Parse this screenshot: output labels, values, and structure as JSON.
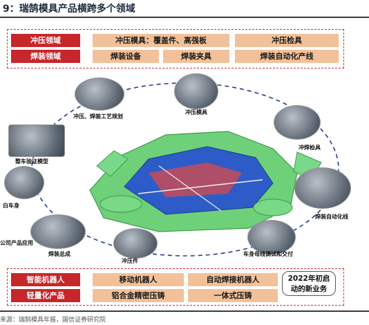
{
  "title": "9：瑞鹄模具产品横跨多个领域",
  "top_row1": [
    "冲压领域",
    "冲压模具：覆盖件、高强板",
    "冲压检具"
  ],
  "top_row2": [
    "焊装领域",
    "焊装设备",
    "焊装夹具",
    "焊装自动化产线"
  ],
  "bottom_row1": [
    "智能机器人",
    "移动机器人",
    "自动焊接机器人"
  ],
  "bottom_row2": [
    "轻量化产品",
    "铝合金精密压铸",
    "一体式压铸"
  ],
  "new_business": [
    "2022年初启",
    "动的新业务"
  ],
  "nodes": {
    "planning": "冲压、焊装工艺规划",
    "stamping_die": "冲压模具",
    "stamp_weld_gauge": "冲焊检具",
    "validation_model": "整车验证模型",
    "white_body": "白车身",
    "weld_automation": "焊装自动化线",
    "company_products": "公司产品应用",
    "weld_assembly": "焊装总成",
    "stamped_parts": "冲压件",
    "body_line": "车身母线调试和交付"
  },
  "footnote": "来源：瑞鹄模具年报，国信证券研究院",
  "colors": {
    "red": "#c7262a",
    "peach": "#f2c199",
    "border": "#d62a2a",
    "ring": "#2b3a8a",
    "car_green": "#6fd07a",
    "car_blue": "#2d5cc8"
  }
}
